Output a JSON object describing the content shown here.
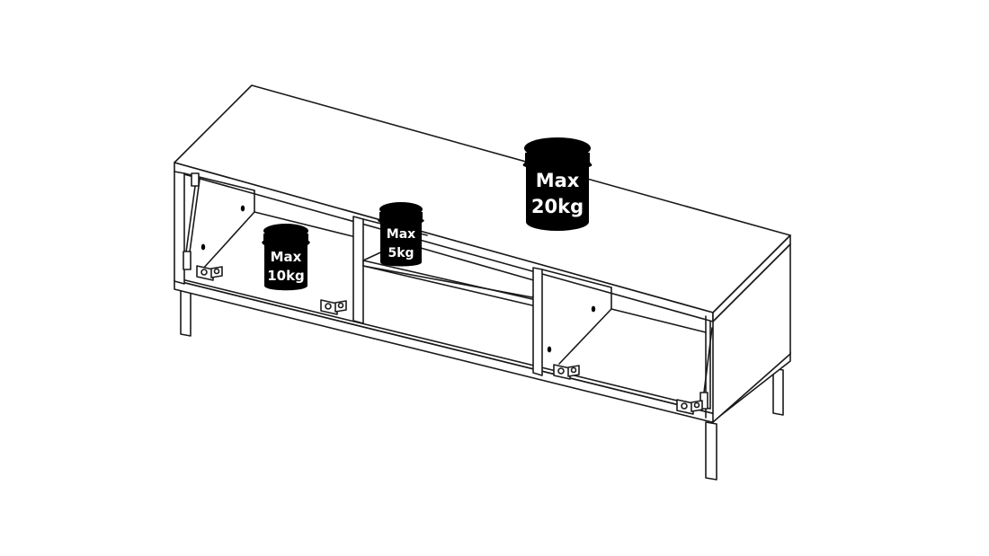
{
  "figure": {
    "subject": "tv-bench-line-drawing",
    "weights": [
      {
        "id": "top",
        "line1": "Max",
        "line2": "20kg"
      },
      {
        "id": "shelf",
        "line1": "Max",
        "line2": "5kg"
      },
      {
        "id": "bottom",
        "line1": "Max",
        "line2": "10kg"
      }
    ]
  }
}
